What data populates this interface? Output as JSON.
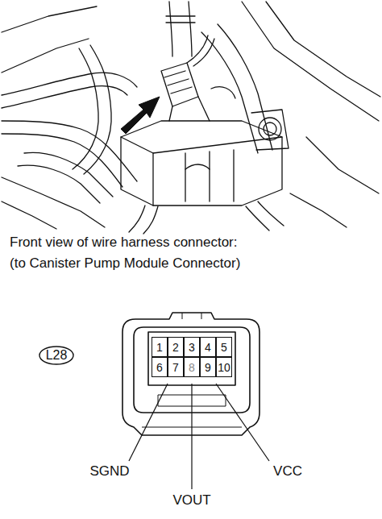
{
  "diagram": {
    "nodes": [
      {
        "text": [
          "L28"
        ]
      },
      {
        "text": [
          "1"
        ]
      },
      {
        "text": [
          "2"
        ]
      },
      {
        "text": [
          "3"
        ]
      },
      {
        "text": [
          "4"
        ]
      },
      {
        "text": [
          "5"
        ]
      },
      {
        "text": [
          "6"
        ]
      },
      {
        "text": [
          "7"
        ]
      },
      {
        "text": [
          "8"
        ]
      },
      {
        "text": [
          "9"
        ]
      },
      {
        "text": [
          "10"
        ]
      }
    ],
    "labels": [
      "Front view of wire harness connector:",
      "(to Canister Pump Module Connector)",
      "SGND",
      "VOUT",
      "VCC"
    ]
  }
}
